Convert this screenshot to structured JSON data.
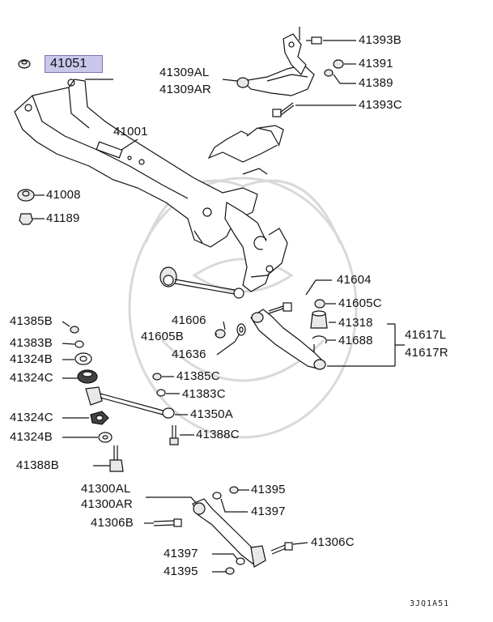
{
  "diagram": {
    "labels": {
      "p41051": "41051",
      "p41001": "41001",
      "p41008": "41008",
      "p41189": "41189",
      "p41309AL": "41309AL",
      "p41309AR": "41309AR",
      "p41393B": "41393B",
      "p41391": "41391",
      "p41389": "41389",
      "p41393C": "41393C",
      "p41604": "41604",
      "p41605C": "41605C",
      "p41318": "41318",
      "p41688": "41688",
      "p41617L": "41617L",
      "p41617R": "41617R",
      "p41606": "41606",
      "p41605B": "41605B",
      "p41636": "41636",
      "p41385B": "41385B",
      "p41383B": "41383B",
      "p41324B_a": "41324B",
      "p41324C_a": "41324C",
      "p41385C": "41385C",
      "p41383C": "41383C",
      "p41324C_b": "41324C",
      "p41350A": "41350A",
      "p41324B_b": "41324B",
      "p41388C": "41388C",
      "p41388B": "41388B",
      "p41300AL": "41300AL",
      "p41300AR": "41300AR",
      "p41395_a": "41395",
      "p41397_a": "41397",
      "p41306B": "41306B",
      "p41306C": "41306C",
      "p41397_b": "41397",
      "p41395_b": "41395"
    },
    "figure_code": "3JQ1A51",
    "highlight_color": "#c9c7ec"
  }
}
